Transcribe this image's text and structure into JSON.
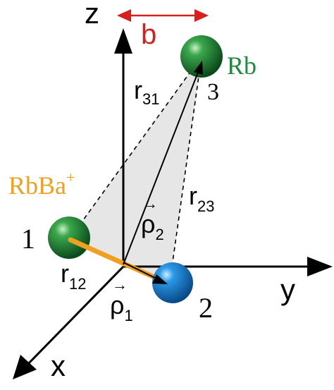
{
  "axes": {
    "z": "z",
    "y": "y",
    "x": "x"
  },
  "width_label": "b",
  "molecule": {
    "label": "RbBa",
    "charge": "+"
  },
  "atoms": [
    {
      "number": "1"
    },
    {
      "number": "2"
    },
    {
      "number": "3",
      "label": "Rb"
    }
  ],
  "distances": {
    "r31": {
      "main": "r",
      "sub": "31"
    },
    "r23": {
      "main": "r",
      "sub": "23"
    },
    "r12": {
      "main": "r",
      "sub": "12"
    }
  },
  "vectors": {
    "rho1": {
      "main": "ρ",
      "sub": "1",
      "arrow": "→"
    },
    "rho2": {
      "main": "ρ",
      "sub": "2",
      "arrow": "→"
    }
  },
  "colors": {
    "rb_atom": "#1e8a3c",
    "ba_atom": "#1a8ad8",
    "molecule_bond": "#f0a020",
    "width_arrow": "#d81e1e",
    "molecule_label": "#f0a020",
    "rb_label": "#1e8a3c"
  }
}
